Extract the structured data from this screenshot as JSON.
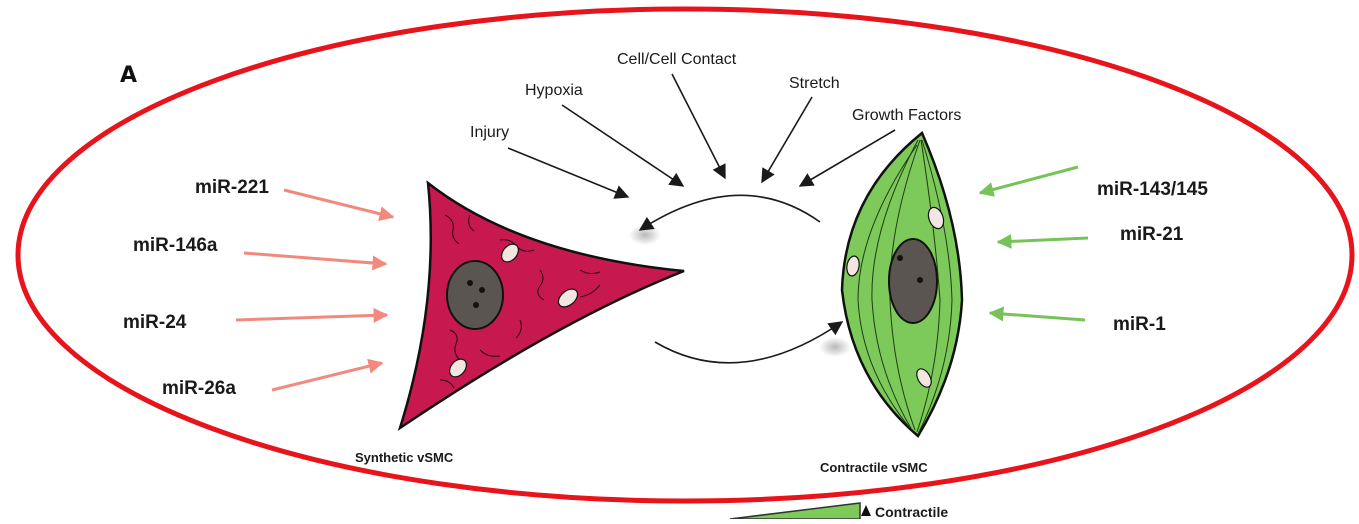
{
  "panel_label": "A",
  "stimuli": [
    "Injury",
    "Hypoxia",
    "Cell/Cell Contact",
    "Stretch",
    "Growth Factors"
  ],
  "synthetic": {
    "caption": "Synthetic vSMC",
    "mirnas": [
      "miR-221",
      "miR-146a",
      "miR-24",
      "miR-26a"
    ]
  },
  "contractile": {
    "caption": "Contractile vSMC",
    "mirnas": [
      "miR-143/145",
      "miR-21",
      "miR-1"
    ]
  },
  "bottom_label": "Contractile",
  "colors": {
    "synthetic_cell": "#c7184f",
    "contractile_cell": "#7dc95a",
    "synthetic_arrow": "#f08a7e",
    "contractile_arrow": "#78c25a",
    "highlight_ellipse": "#e8141c",
    "nucleus": "#5a5550"
  }
}
